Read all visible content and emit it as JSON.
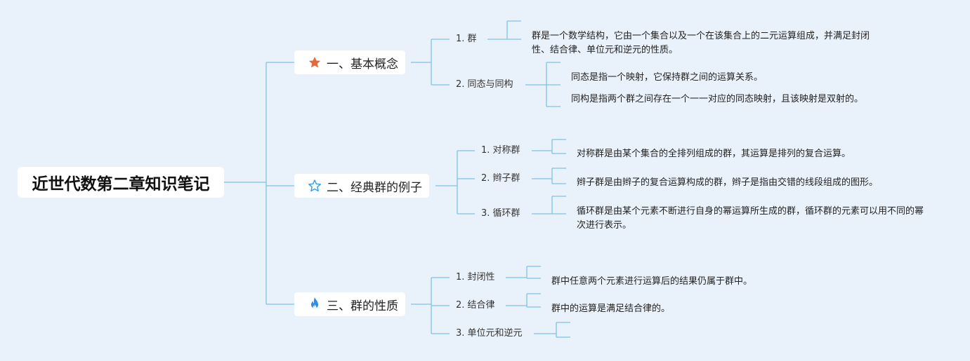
{
  "root": {
    "title": "近世代数第二章知识笔记"
  },
  "colors": {
    "background": "#e9f1fa",
    "line": "#7fc3e4",
    "star_filled": "#e5683a",
    "star_outline": "#3aa0e0",
    "flame": "#2f8de3"
  },
  "branches": [
    {
      "label": "一、基本概念",
      "icon": "star-filled-icon",
      "children": [
        {
          "label": "1. 群",
          "details": [
            "群是一个数学结构，它由一个集合以及一个在该集合上的二元运算组成，并满足封闭性、结合律、单位元和逆元的性质。"
          ]
        },
        {
          "label": "2. 同态与同构",
          "details": [
            "同态是指一个映射，它保持群之间的运算关系。",
            "同构是指两个群之间存在一个一一对应的同态映射，且该映射是双射的。"
          ]
        }
      ]
    },
    {
      "label": "二、经典群的例子",
      "icon": "star-outline-icon",
      "children": [
        {
          "label": "1. 对称群",
          "details": [
            "对称群是由某个集合的全排列组成的群，其运算是排列的复合运算。"
          ]
        },
        {
          "label": "2. 辫子群",
          "details": [
            "辫子群是由辫子的复合运算构成的群，辫子是指由交错的线段组成的图形。"
          ]
        },
        {
          "label": "3. 循环群",
          "details": [
            "循环群是由某个元素不断进行自身的幂运算所生成的群，循环群的元素可以用不同的幂次进行表示。"
          ]
        }
      ]
    },
    {
      "label": "三、群的性质",
      "icon": "flame-icon",
      "children": [
        {
          "label": "1. 封闭性",
          "details": [
            "群中任意两个元素进行运算后的结果仍属于群中。"
          ]
        },
        {
          "label": "2. 结合律",
          "details": [
            "群中的运算是满足结合律的。"
          ]
        },
        {
          "label": "3. 单位元和逆元",
          "details": []
        }
      ]
    }
  ]
}
